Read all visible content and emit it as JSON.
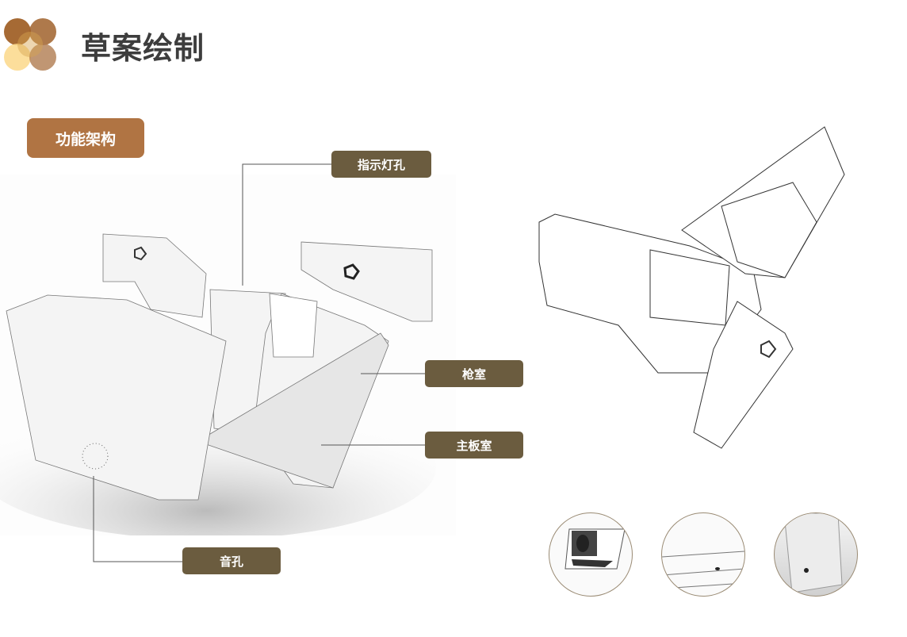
{
  "header": {
    "title": "草案绘制"
  },
  "section": {
    "label": "功能架构"
  },
  "callouts": {
    "indicator_hole": "指示灯孔",
    "gun_chamber": "枪室",
    "mainboard_chamber": "主板室",
    "sound_hole": "音孔"
  },
  "colors": {
    "pill": "#b07443",
    "tag": "#6b5c3f",
    "title": "#3d3d3d"
  }
}
